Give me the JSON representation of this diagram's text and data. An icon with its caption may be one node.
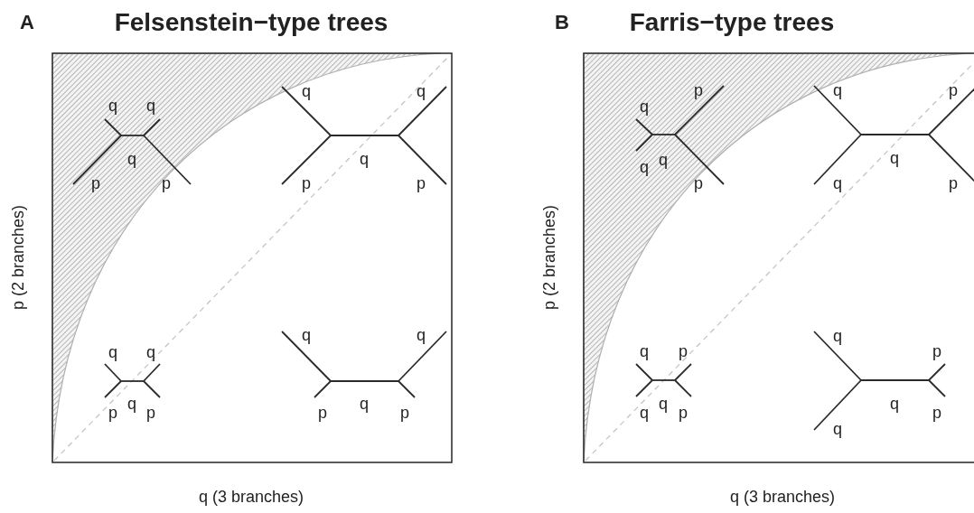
{
  "diagram": {
    "labels": [
      "A",
      "Felsenstein−type trees",
      "p (2 branches)",
      "q",
      "q",
      "q",
      "p",
      "p",
      "q",
      "q",
      "q",
      "p",
      "p",
      "q",
      "q",
      "q",
      "p",
      "p",
      "q",
      "q",
      "q",
      "p",
      "p",
      "q (3 branches)",
      "B",
      "Farris−type trees",
      "p (2 branches)",
      "q",
      "p",
      "q",
      "q",
      "p",
      "q",
      "p",
      "q",
      "q",
      "p",
      "q",
      "p",
      "q",
      "q",
      "p",
      "q",
      "p",
      "q",
      "q",
      "p",
      "q (3 branches)"
    ]
  }
}
